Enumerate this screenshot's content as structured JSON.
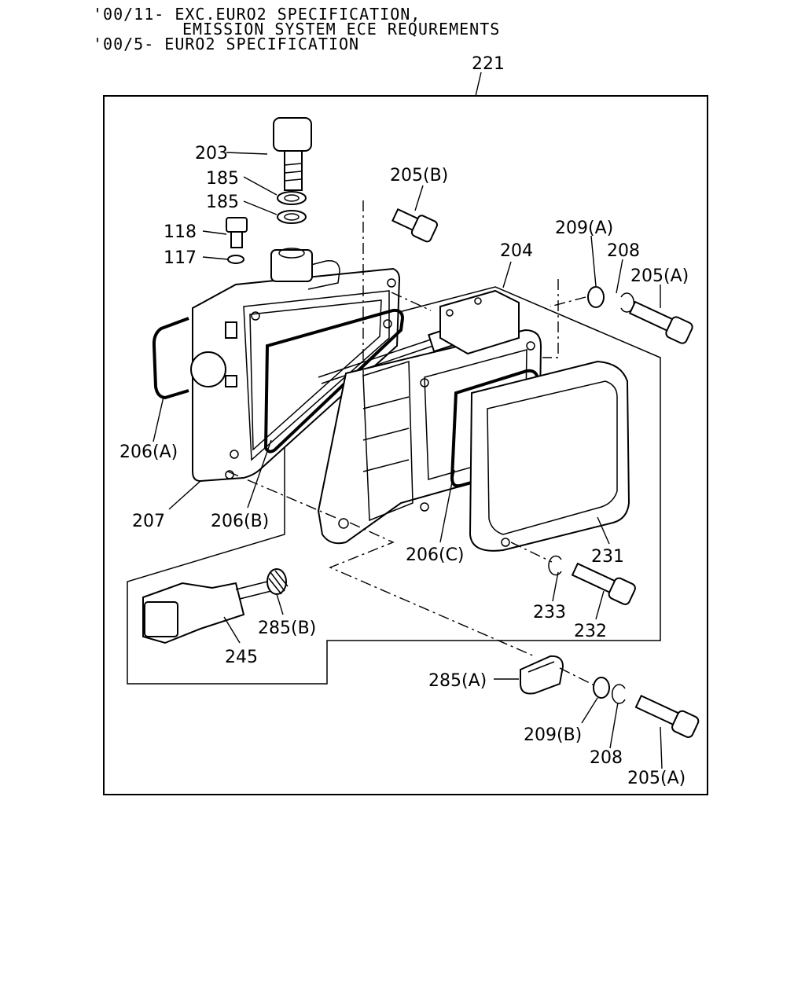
{
  "header": {
    "line1": "'00/11- EXC.EURO2 SPECIFICATION,",
    "line2": "EMISSION SYSTEM ECE REQUREMENTS",
    "line3": "'00/5- EURO2 SPECIFICATION"
  },
  "assembly_label": "221",
  "labels": {
    "p203": "203",
    "p185a": "185",
    "p185b": "185",
    "p118": "118",
    "p117": "117",
    "p205b": "205(B)",
    "p204": "204",
    "p209a": "209(A)",
    "p208a": "208",
    "p205a_top": "205(A)",
    "p206a": "206(A)",
    "p207": "207",
    "p206b": "206(B)",
    "p206c": "206(C)",
    "p231": "231",
    "p233": "233",
    "p232": "232",
    "p285b": "285(B)",
    "p245": "245",
    "p285a": "285(A)",
    "p209b": "209(B)",
    "p208b": "208",
    "p205a_bottom": "205(A)"
  }
}
